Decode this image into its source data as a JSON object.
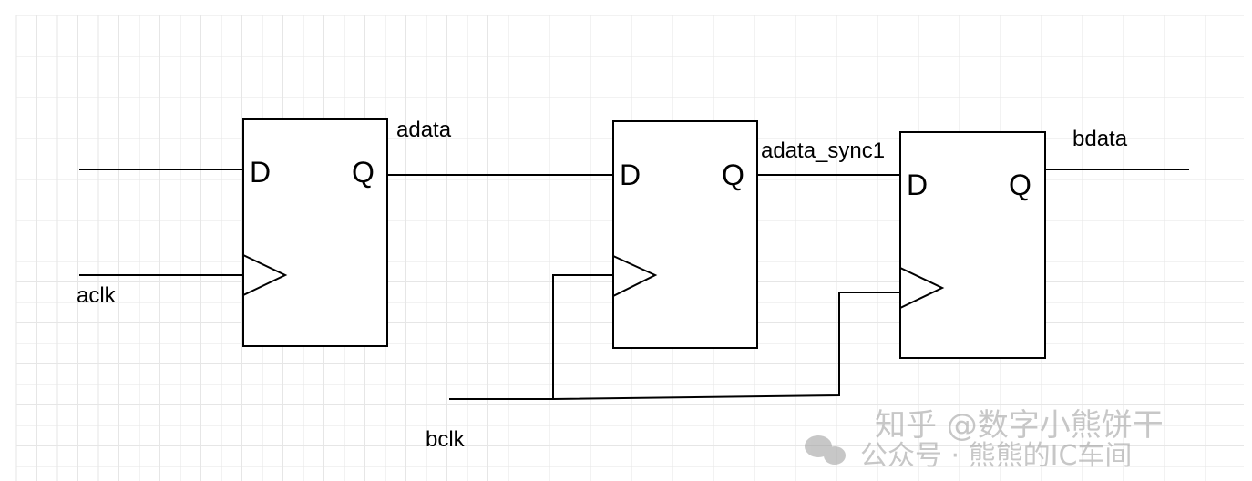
{
  "pins": {
    "d": "D",
    "q": "Q"
  },
  "signals": {
    "adata": "adata",
    "adata_sync1": "adata_sync1",
    "bdata": "bdata",
    "aclk": "aclk",
    "bclk": "bclk"
  },
  "watermark": {
    "line1": "知乎 @数字小熊饼干",
    "line2": "公众号 · 熊熊的IC车间"
  },
  "colors": {
    "grid": "#e6e6e6",
    "ink": "#000000"
  }
}
